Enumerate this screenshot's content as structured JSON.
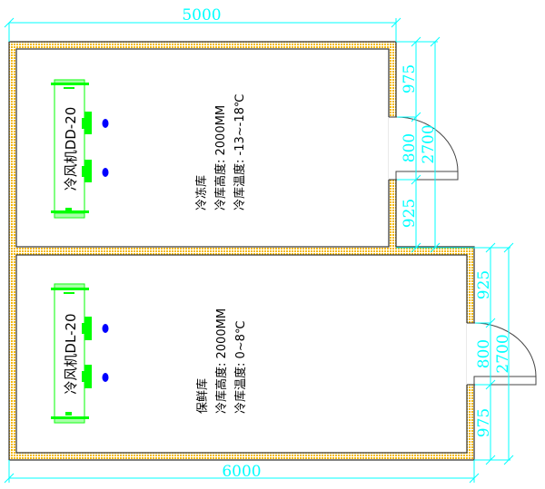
{
  "title": "冷库平面图",
  "colors": {
    "wall": "#f5b800",
    "dimension": "#00ffff",
    "fan": "#00ff00",
    "fan_marker": "#0000ff"
  },
  "dimensions": {
    "top_width": "5000",
    "bottom_width": "6000",
    "upper_right": {
      "top": "975",
      "door": "800",
      "bottom": "925",
      "total": "2700"
    },
    "lower_right": {
      "top": "925",
      "door": "800",
      "bottom": "975",
      "total": "2700"
    }
  },
  "rooms": [
    {
      "name": "冷冻库",
      "height_line": "冷库高度: 2000MM",
      "temp_line": "冷库温度: -13~-18℃",
      "fan_model": "冷风机DD-20"
    },
    {
      "name": "保鲜库",
      "height_line": "冷库高度: 2000MM",
      "temp_line": "冷库温度: 0~8℃",
      "fan_model": "冷风机DL-20"
    }
  ]
}
